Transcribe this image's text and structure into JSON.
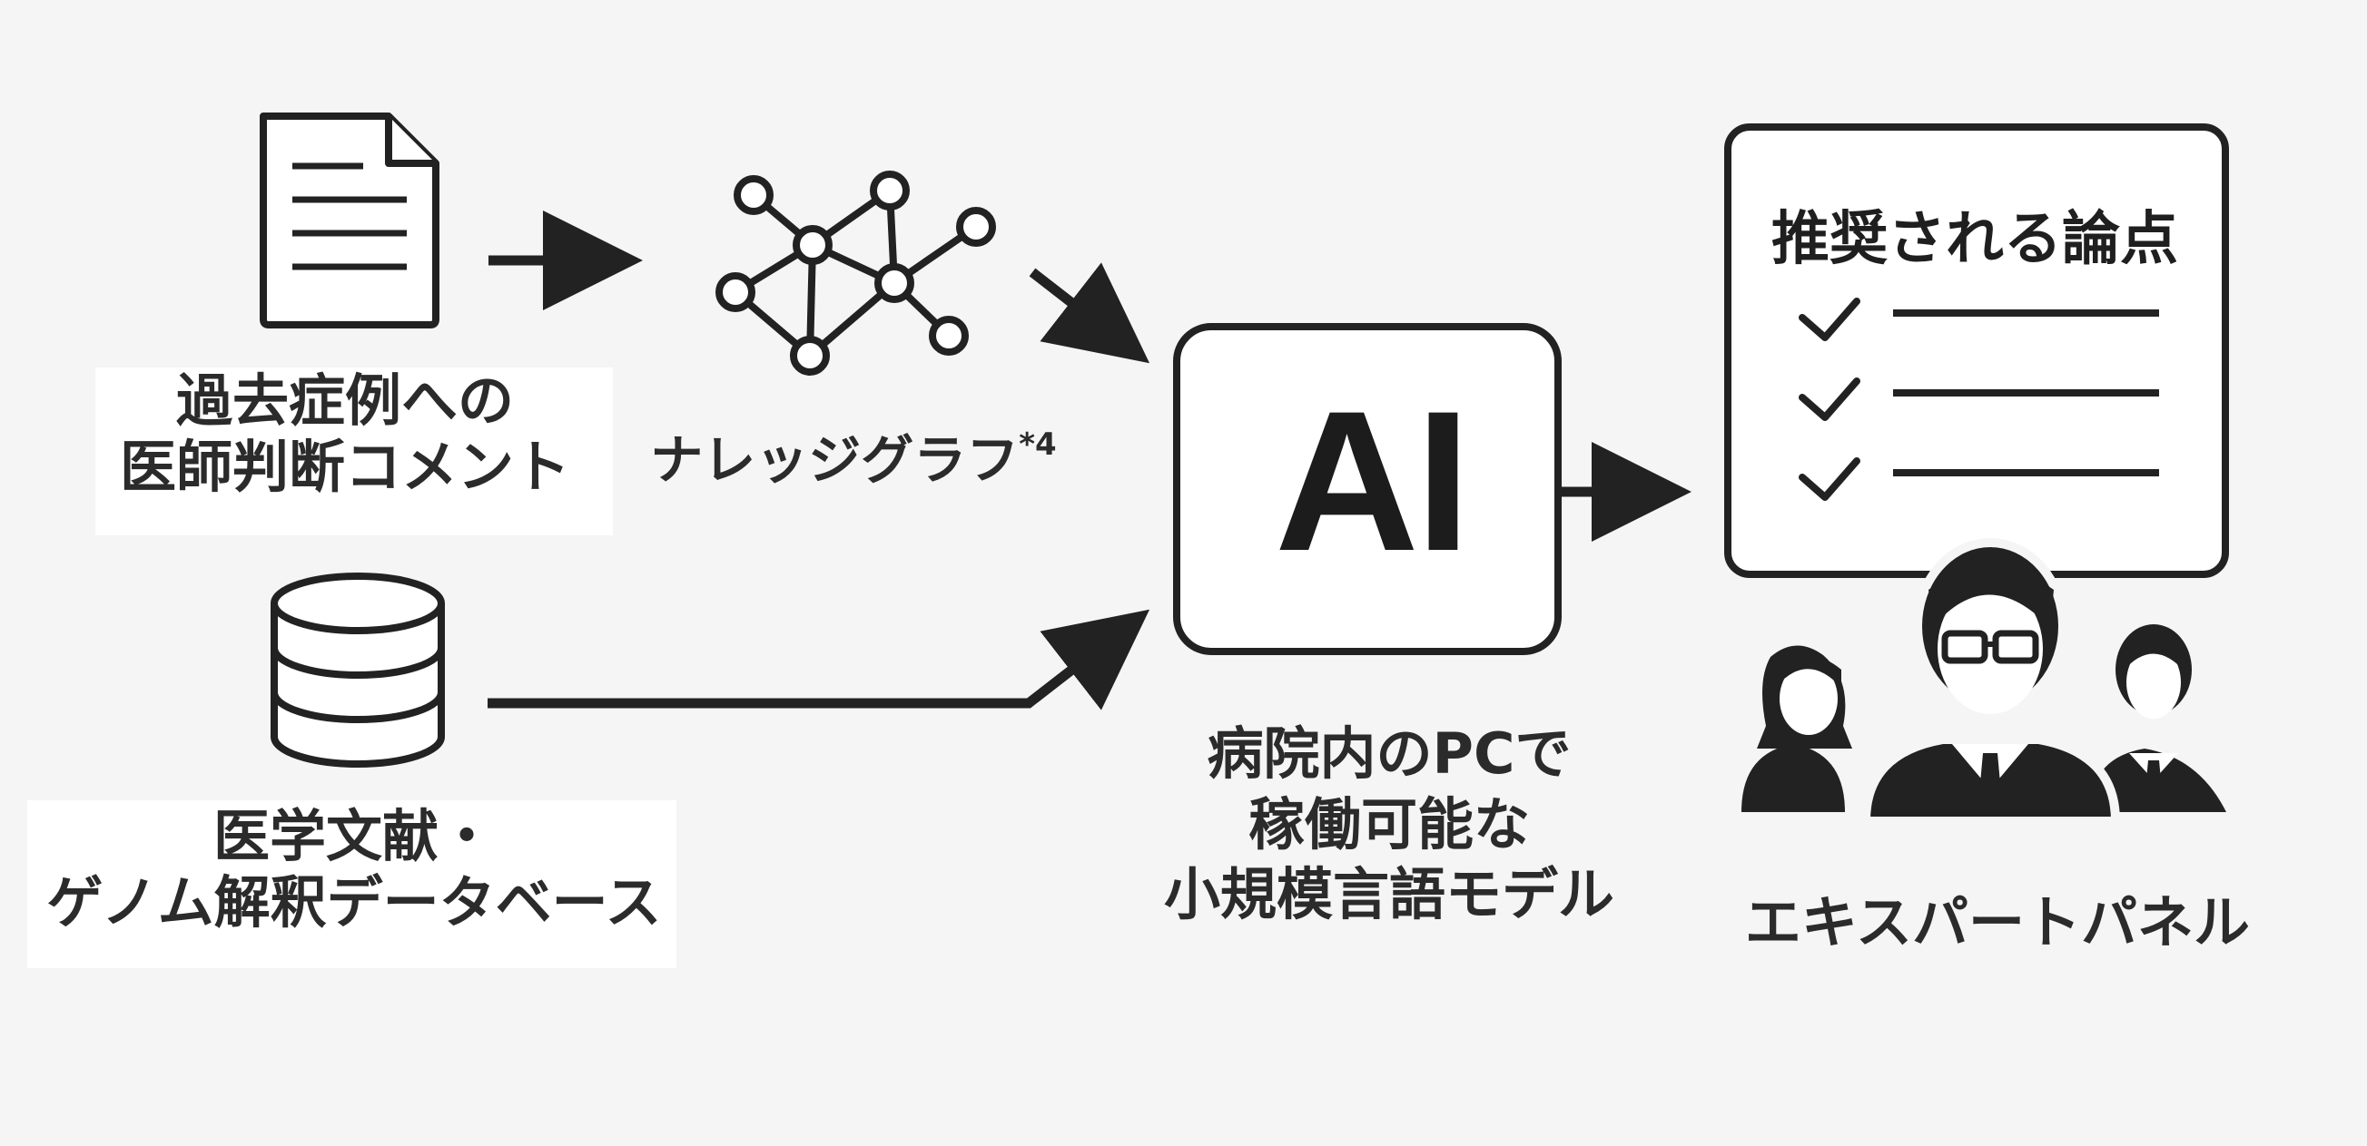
{
  "inputs": {
    "comments": {
      "lines": [
        "過去症例への",
        "医師判断コメント"
      ],
      "icon": "document-icon"
    },
    "knowledge_graph": {
      "label": "ナレッジグラフ",
      "footnote": "*4",
      "icon": "network-graph-icon"
    },
    "database": {
      "lines": [
        "医学文献・",
        "ゲノム解釈データベース"
      ],
      "icon": "database-icon"
    }
  },
  "model": {
    "box_text": "AI",
    "lines": [
      "病院内のPCで",
      "稼働可能な",
      "小規模言語モデル"
    ]
  },
  "output": {
    "card_title": "推奨される論点",
    "checklist_items": 3,
    "panel_label": "エキスパートパネル",
    "icon": "expert-group-icon"
  },
  "colors": {
    "background": "#f5f5f5",
    "ink": "#222222",
    "box_fill": "#ffffff"
  }
}
